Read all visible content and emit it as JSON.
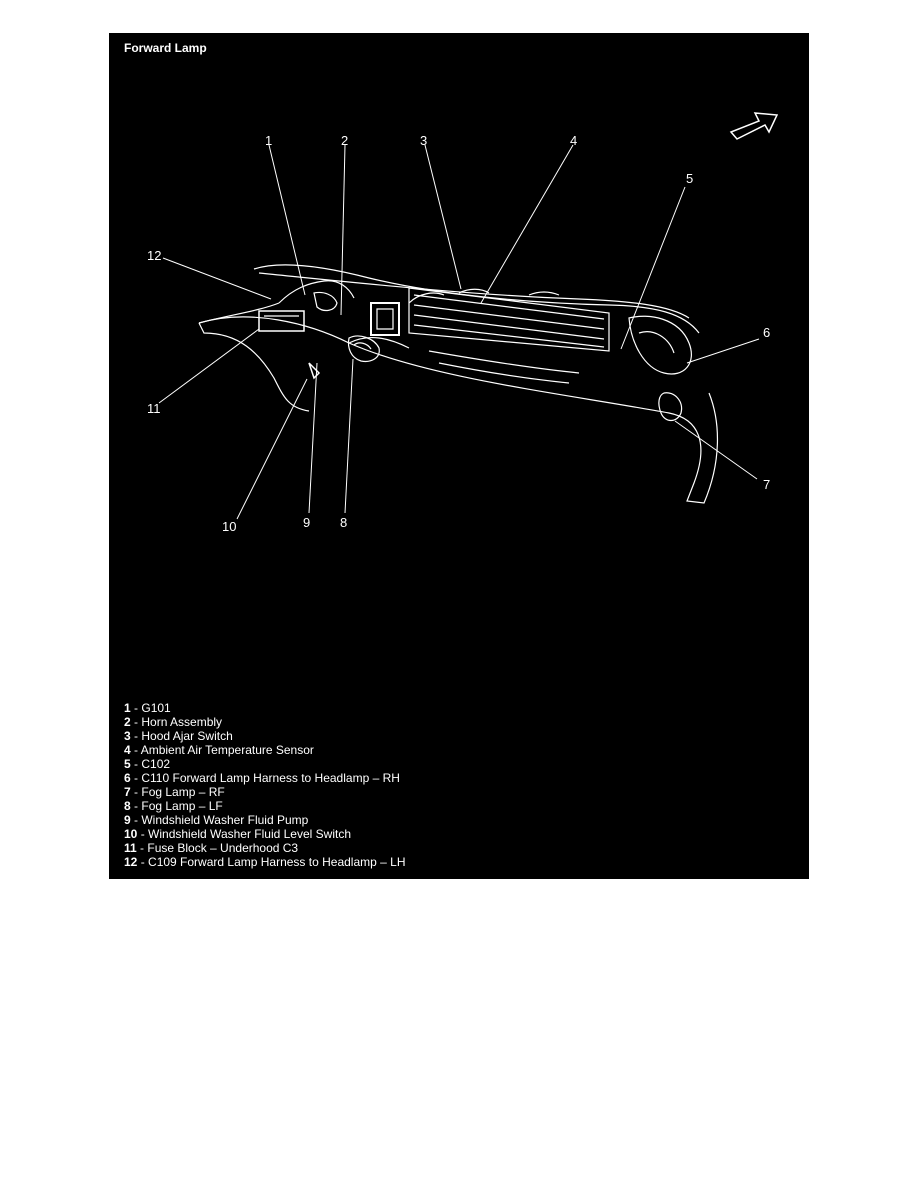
{
  "title": "Forward Lamp",
  "diagram": {
    "orientation_icon": "front-direction-arrow-icon",
    "callouts": [
      "1",
      "2",
      "3",
      "4",
      "5",
      "6",
      "7",
      "8",
      "9",
      "10",
      "11",
      "12"
    ]
  },
  "legend": [
    {
      "num": "1",
      "text": "G101"
    },
    {
      "num": "2",
      "text": "Horn Assembly"
    },
    {
      "num": "3",
      "text": "Hood Ajar Switch"
    },
    {
      "num": "4",
      "text": "Ambient Air Temperature Sensor"
    },
    {
      "num": "5",
      "text": "C102"
    },
    {
      "num": "6",
      "text": "C110 Forward Lamp Harness to Headlamp – RH"
    },
    {
      "num": "7",
      "text": "Fog Lamp – RF"
    },
    {
      "num": "8",
      "text": "Fog Lamp – LF"
    },
    {
      "num": "9",
      "text": "Windshield Washer Fluid Pump"
    },
    {
      "num": "10",
      "text": "Windshield Washer Fluid Level Switch"
    },
    {
      "num": "11",
      "text": "Fuse Block – Underhood C3"
    },
    {
      "num": "12",
      "text": "C109 Forward Lamp Harness to Headlamp – LH",
      "emphasis_suffix": "LH"
    }
  ]
}
